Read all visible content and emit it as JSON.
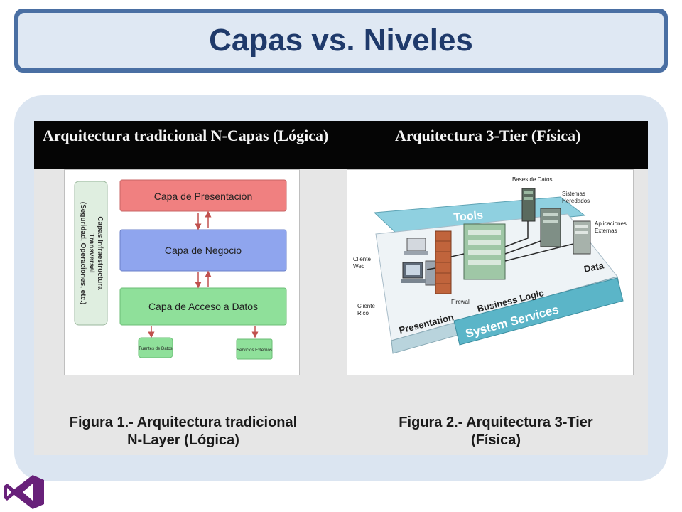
{
  "slide": {
    "title": "Capas vs. Niveles"
  },
  "figure": {
    "header_left": "Arquitectura tradicional N-Capas (Lógica)",
    "header_right": "Arquitectura 3-Tier (Física)",
    "caption_left_line1": "Figura 1.-  Arquitectura tradicional",
    "caption_left_line2": "N-Layer (Lógica)",
    "caption_right_line1": "Figura 2.-  Arquitectura 3-Tier",
    "caption_right_line2": "(Física)"
  },
  "layers_diagram": {
    "presentation": "Capa de Presentación",
    "business": "Capa de Negocio",
    "data_access": "Capa de Acceso a Datos",
    "side_line1": "Capas Infraestructura",
    "side_line2": "Transversal",
    "side_line3": "(Seguridad, Operaciones, etc.)",
    "data_sources": "Fuentes de Datos",
    "external_services": "Servicios Externos"
  },
  "tier_diagram": {
    "tools": "Tools",
    "system_services": "System Services",
    "presentation": "Presentation",
    "business_logic": "Business Logic",
    "data": "Data",
    "firewall": "Firewall",
    "web_client_1": "Cliente",
    "web_client_2": "Web",
    "rich_client_1": "Cliente",
    "rich_client_2": "Rico",
    "databases": "Bases de Datos",
    "legacy_1": "Sistemas",
    "legacy_2": "Heredados",
    "external_apps_1": "Aplicaciones",
    "external_apps_2": "Externas"
  },
  "colors": {
    "title_border": "#4a6fa3",
    "title_text": "#1f3a6b",
    "panel": "#dbe5f1",
    "presentation_layer": "#f08080",
    "business_layer": "#8fa5ee",
    "data_layer": "#8fe09a"
  },
  "icons": {
    "logo": "visual-studio-logo"
  }
}
